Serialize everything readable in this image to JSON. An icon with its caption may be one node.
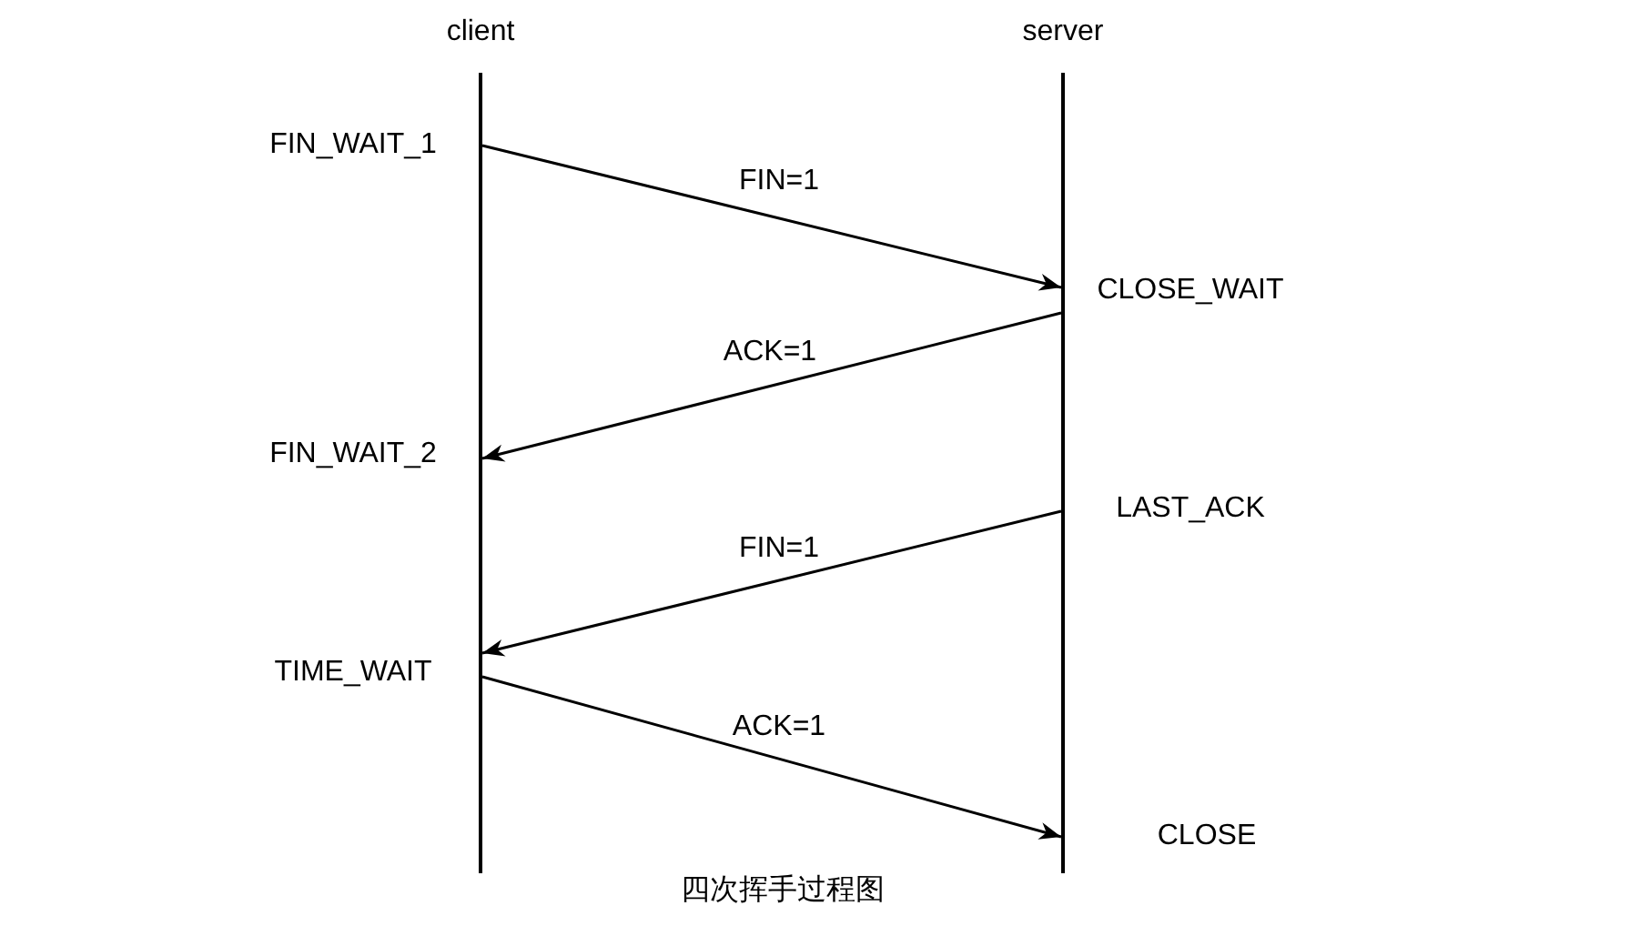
{
  "diagram": {
    "caption": "四次挥手过程图",
    "nodes": [
      {
        "text": [
          "client"
        ]
      },
      {
        "text": [
          "server"
        ]
      }
    ],
    "edges": [
      {
        "from": 0,
        "to": 1,
        "arrow": "to",
        "label": "FIN=1"
      },
      {
        "from": 1,
        "to": 0,
        "arrow": "to",
        "label": "ACK=1"
      },
      {
        "from": 1,
        "to": 0,
        "arrow": "to",
        "label": "FIN=1"
      },
      {
        "from": 0,
        "to": 1,
        "arrow": "to",
        "label": "ACK=1"
      }
    ],
    "labels": [
      "FIN_WAIT_1",
      "CLOSE_WAIT",
      "FIN_WAIT_2",
      "LAST_ACK",
      "TIME_WAIT",
      "CLOSE"
    ]
  }
}
